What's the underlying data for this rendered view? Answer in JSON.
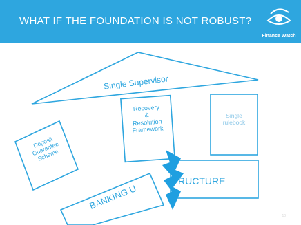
{
  "slide": {
    "title": "WHAT IF THE FOUNDATION IS NOT ROBUST?",
    "logo_text": "Finance Watch",
    "page_number": "10"
  },
  "diagram": {
    "roof_label": "Single Supervisor",
    "pillars": {
      "deposit": "Deposit\nGuarantee\nScheme",
      "recovery": "Recovery\n&\nResolution\nFramework",
      "rulebook": "Single\nrulebook"
    },
    "structure_label": "RUCTURE",
    "banking_label": "BANKING U"
  },
  "colors": {
    "header": "#2ea6df",
    "line": "#2ea6df",
    "bolt": "#1f9fe0"
  }
}
